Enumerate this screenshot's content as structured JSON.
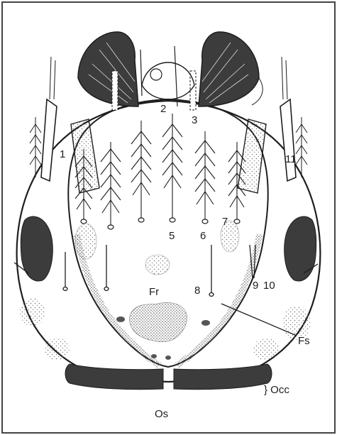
{
  "labels": {
    "n1": "1",
    "n2": "2",
    "n3": "3",
    "n5": "5",
    "n6": "6",
    "n7": "7",
    "n8": "8",
    "n9": "9",
    "n10": "10",
    "n11": "11",
    "fr": "Fr",
    "fs": "Fs",
    "occ": "} Occ",
    "os": "Os"
  },
  "colors": {
    "ink": "#1e1e1e",
    "dark_fill": "#3c3c3c",
    "stipple": "#777777",
    "background": "#ffffff"
  }
}
